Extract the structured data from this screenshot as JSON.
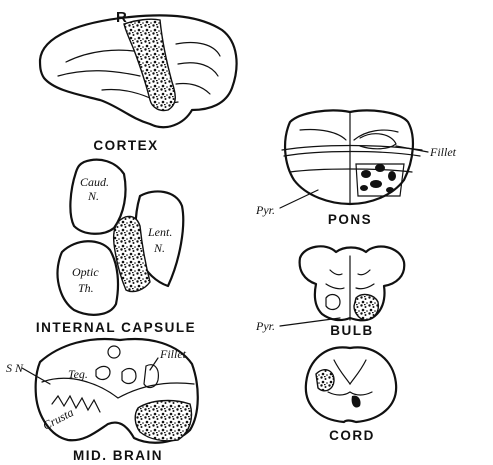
{
  "figure": {
    "cortex": {
      "caption": "CORTEX",
      "marker": "R"
    },
    "internal_capsule": {
      "caption": "INTERNAL  CAPSULE",
      "caudate_label": [
        "Caud.",
        "N."
      ],
      "lenticular_label": [
        "Lent.",
        "N."
      ],
      "thalamus_label": [
        "Optic",
        "Th."
      ]
    },
    "mid_brain": {
      "caption": "MID. BRAIN",
      "sn_label": "S N",
      "tegmentum_label": "Teg.",
      "crusta_label": "Crusta",
      "fillet_label": "Fillet"
    },
    "pons": {
      "caption": "PONS",
      "fillet_label": "Fillet",
      "pyramid_label": "Pyr."
    },
    "bulb": {
      "caption": "BULB",
      "pyramid_label": "Pyr."
    },
    "cord": {
      "caption": "CORD"
    }
  }
}
